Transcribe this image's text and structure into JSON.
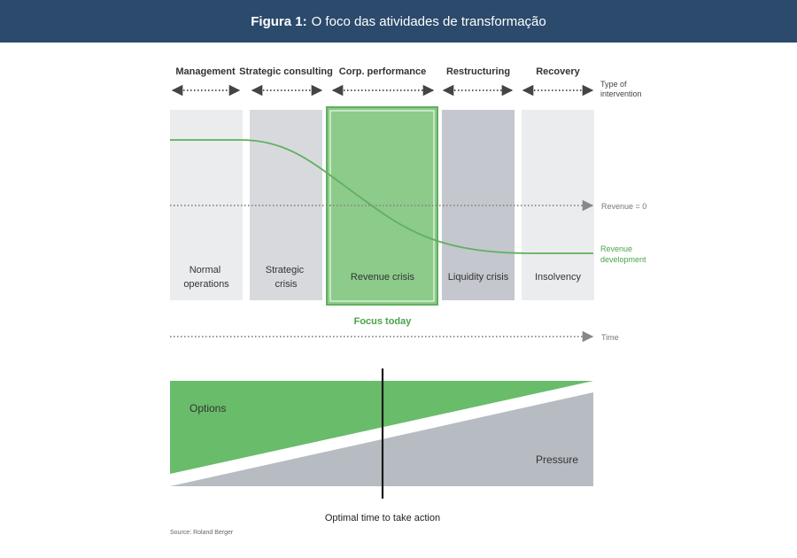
{
  "header": {
    "label": "Figura 1:",
    "title": "O foco das atividades de transformação"
  },
  "interventions": [
    "Management",
    "Strategic consulting",
    "Corp. performance",
    "Restructuring",
    "Recovery"
  ],
  "intervention_axis_label": [
    "Type of",
    "intervention"
  ],
  "phases": [
    {
      "lines": [
        "Normal",
        "operations"
      ]
    },
    {
      "lines": [
        "Strategic",
        "crisis"
      ]
    },
    {
      "lines": [
        "Revenue crisis"
      ]
    },
    {
      "lines": [
        "Liquidity crisis"
      ]
    },
    {
      "lines": [
        "Insolvency"
      ]
    }
  ],
  "revenue_zero_label": "Revenue = 0",
  "revenue_label": [
    "Revenue",
    "development"
  ],
  "focus_label": "Focus today",
  "time_label": "Time",
  "options_label": "Options",
  "pressure_label": "Pressure",
  "action_label": "Optimal time to take action",
  "source": "Source: Roland Berger",
  "colors": {
    "header_bg": "#2b4a6c",
    "green": "#5fb05f",
    "green_light": "#8dcb8a",
    "grey_light": "#ebecee",
    "grey_mid": "#d7d9dd",
    "grey_dark": "#c4c7cd",
    "pressure": "#b7bcc3"
  }
}
